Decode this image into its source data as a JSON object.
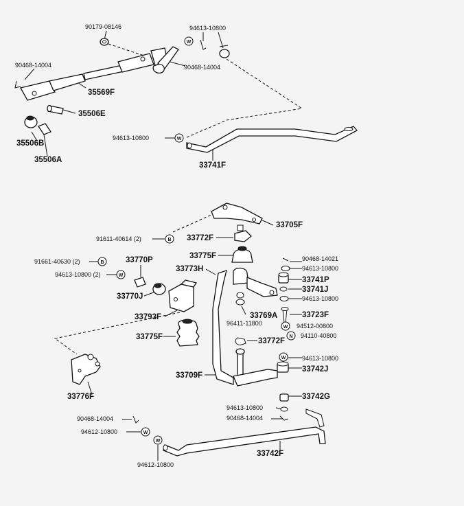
{
  "labels": {
    "p90179_08146": "90179-08146",
    "p94613_10800_a": "94613-10800",
    "p90468_14004_a": "90468-14004",
    "p90468_14004_b": "90468-14004",
    "p35569F": "35569F",
    "p35506E": "35506E",
    "p35506B": "35506B",
    "p35506A": "35506A",
    "p94613_10800_b": "94613-10800",
    "p33741F": "33741F",
    "p33705F": "33705F",
    "p91611_40614": "91611-40614 (2)",
    "p33772F_a": "33772F",
    "p33775F_a": "33775F",
    "p91661_40630": "91661-40630 (2)",
    "p33770P": "33770P",
    "p94613_10800_c": "94613-10800 (2)",
    "p33773H": "33773H",
    "p33770J": "33770J",
    "p33793F": "33793F",
    "p33769A": "33769A",
    "p96411_11800": "96411-11800",
    "p33775F_b": "33775F",
    "p33772F_b": "33772F",
    "p90468_14021": "90468-14021",
    "p94613_10800_d": "94613-10800",
    "p33741P": "33741P",
    "p33741J": "33741J",
    "p94613_10800_e": "94613-10800",
    "p33723F": "33723F",
    "p94512_00800": "94512-00800",
    "p94110_40800": "94110-40800",
    "p94613_10800_f": "94613-10800",
    "p33742J": "33742J",
    "p33776F": "33776F",
    "p33709F": "33709F",
    "p33742G": "33742G",
    "p94613_10800_g": "94613-10800",
    "p90468_14004_c": "90468-14004",
    "p90468_14004_d": "90468-14004",
    "p94612_10800_a": "94612-10800",
    "p33742F": "33742F",
    "p94612_10800_b": "94612-10800"
  },
  "marks": {
    "washer": "W",
    "bolt": "B",
    "nut": "N"
  },
  "colors": {
    "ink": "#111111",
    "paper": "#f4f4f4"
  }
}
